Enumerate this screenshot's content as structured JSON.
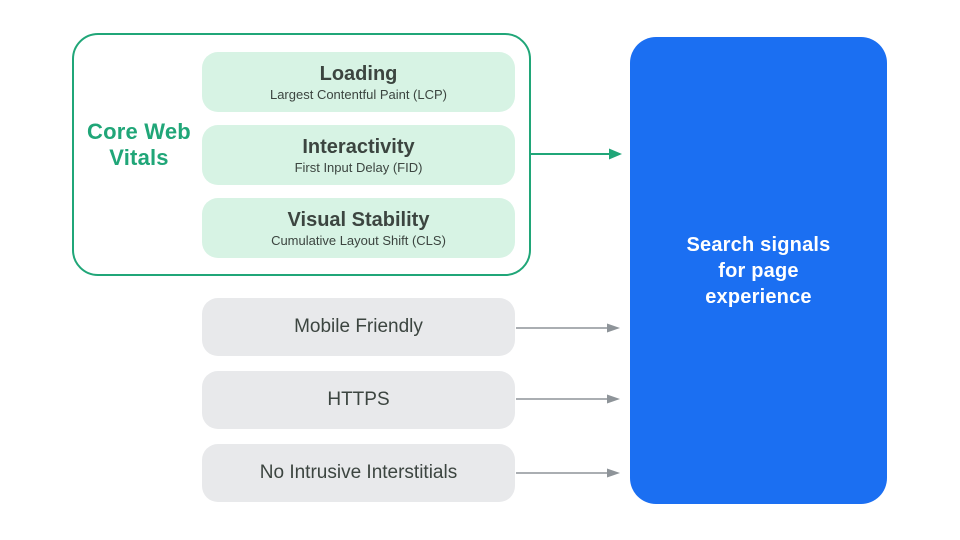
{
  "colors": {
    "green": "#20A678",
    "mint": "#D7F3E4",
    "blue": "#1B6FF2",
    "gray-pill": "#E8E9EB",
    "dark-text": "#3C4540",
    "arrow-gray": "#8E9499",
    "white": "#FFFFFF"
  },
  "core_web_vitals": {
    "label": "Core Web Vitals",
    "items": [
      {
        "title": "Loading",
        "subtitle": "Largest Contentful Paint (LCP)"
      },
      {
        "title": "Interactivity",
        "subtitle": "First Input Delay (FID)"
      },
      {
        "title": "Visual Stability",
        "subtitle": "Cumulative Layout Shift (CLS)"
      }
    ]
  },
  "other_signals": [
    {
      "label": "Mobile Friendly"
    },
    {
      "label": "HTTPS"
    },
    {
      "label": "No Intrusive Interstitials"
    }
  ],
  "result": {
    "label": "Search signals for page experience"
  }
}
